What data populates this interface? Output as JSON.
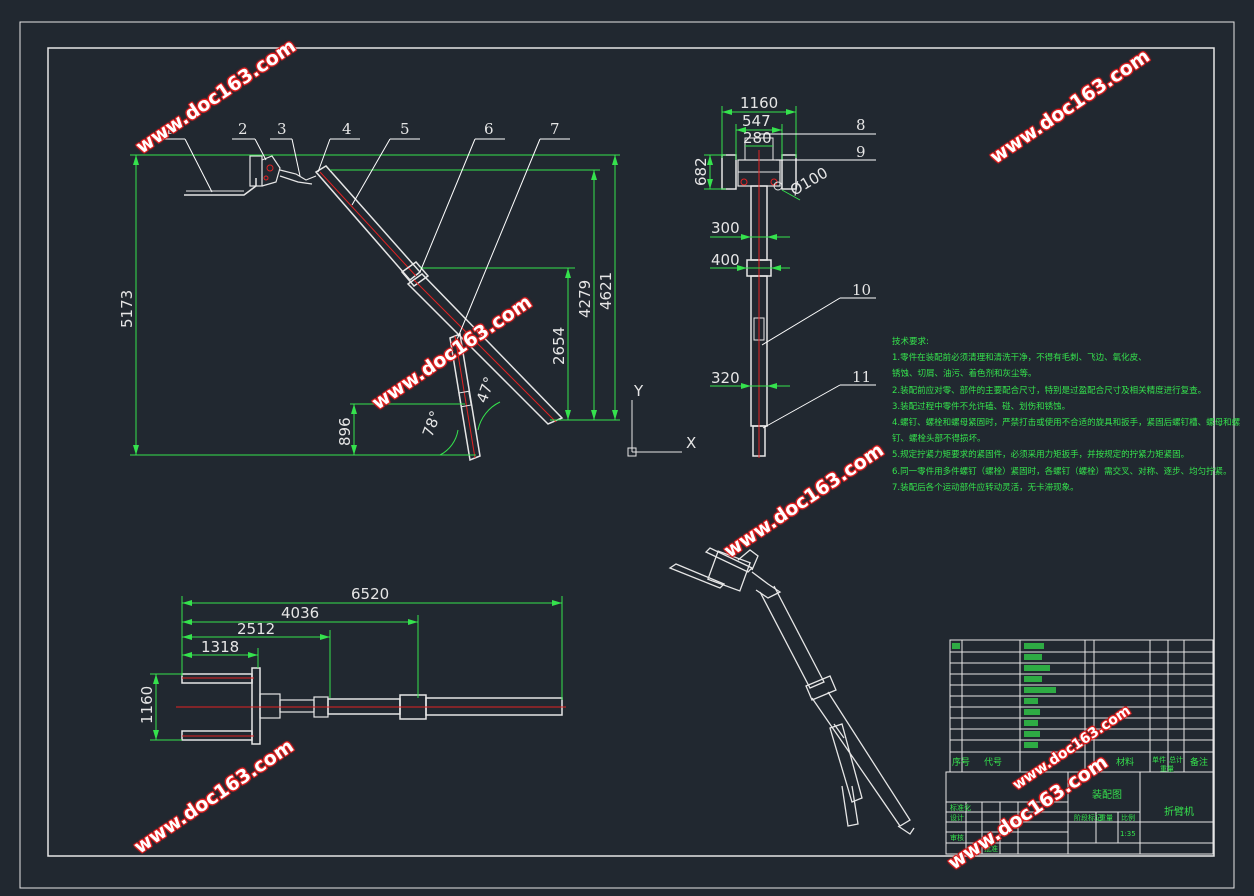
{
  "drawing": {
    "part_numbers": [
      "1",
      "2",
      "3",
      "4",
      "5",
      "6",
      "7",
      "8",
      "9",
      "10",
      "11"
    ],
    "side_view_dims": {
      "height_total": "5173",
      "h_4621": "4621",
      "h_4279": "4279",
      "h_2654": "2654",
      "h_896": "896",
      "angle_78": "78°",
      "angle_47": "47°"
    },
    "front_view_dims": {
      "w_1160": "1160",
      "w_547": "547",
      "w_280": "280",
      "h_682": "682",
      "dia_100": "Ø100",
      "w_300": "300",
      "w_400": "400",
      "w_320": "320"
    },
    "top_view_dims": {
      "l_6520": "6520",
      "l_4036": "4036",
      "l_2512": "2512",
      "l_1318": "1318",
      "w_1160": "1160"
    },
    "ucs": {
      "x": "X",
      "y": "Y"
    }
  },
  "tech_notes": {
    "title": "技术要求:",
    "lines": [
      "1.零件在装配前必须清理和清洗干净，不得有毛刺、飞边、氧化皮、",
      "锈蚀、切屑、油污、着色剂和灰尘等。",
      "2.装配前应对零、部件的主要配合尺寸，特别是过盈配合尺寸及相关精度进行复查。",
      "3.装配过程中零件不允许磕、碰、划伤和锈蚀。",
      "4.螺钉、螺栓和螺母紧固时，严禁打击或使用不合适的旋具和扳手，紧固后螺钉槽、螺母和螺",
      "钉、螺栓头部不得损坏。",
      "5.规定拧紧力矩要求的紧固件，必须采用力矩扳手，并按规定的拧紧力矩紧固。",
      "6.同一零件用多件螺钉（螺栓）紧固时，各螺钉（螺栓）需交叉、对称、逐步、均匀拧紧。",
      "7.装配后各个运动部件应转动灵活，无卡滞现象。"
    ]
  },
  "title_block": {
    "header_seq": "序号",
    "header_code": "代号",
    "header_material": "材料",
    "header_notes": "备注",
    "header_weight_single": "单件",
    "header_weight_total": "总计",
    "header_weight": "重量",
    "drawing_name": "装配图",
    "company": "折臂机",
    "scale": "1:35",
    "standardized": "标准化",
    "approve": "批准",
    "design": "设计",
    "check": "审核",
    "stage_mark": "阶段标记",
    "weight_label": "重量",
    "scale_label": "比例"
  },
  "watermarks": [
    "www.doc163.com",
    "www.doc163.com",
    "www.doc163.com",
    "www.doc163.com",
    "www.doc163.com",
    "www.doc163.com",
    "www.doc163.com"
  ],
  "colors": {
    "background": "#212830",
    "line": "#e6e6e6",
    "dimension": "#35e24d",
    "centerline": "#e32222",
    "leader": "#ffffff"
  }
}
